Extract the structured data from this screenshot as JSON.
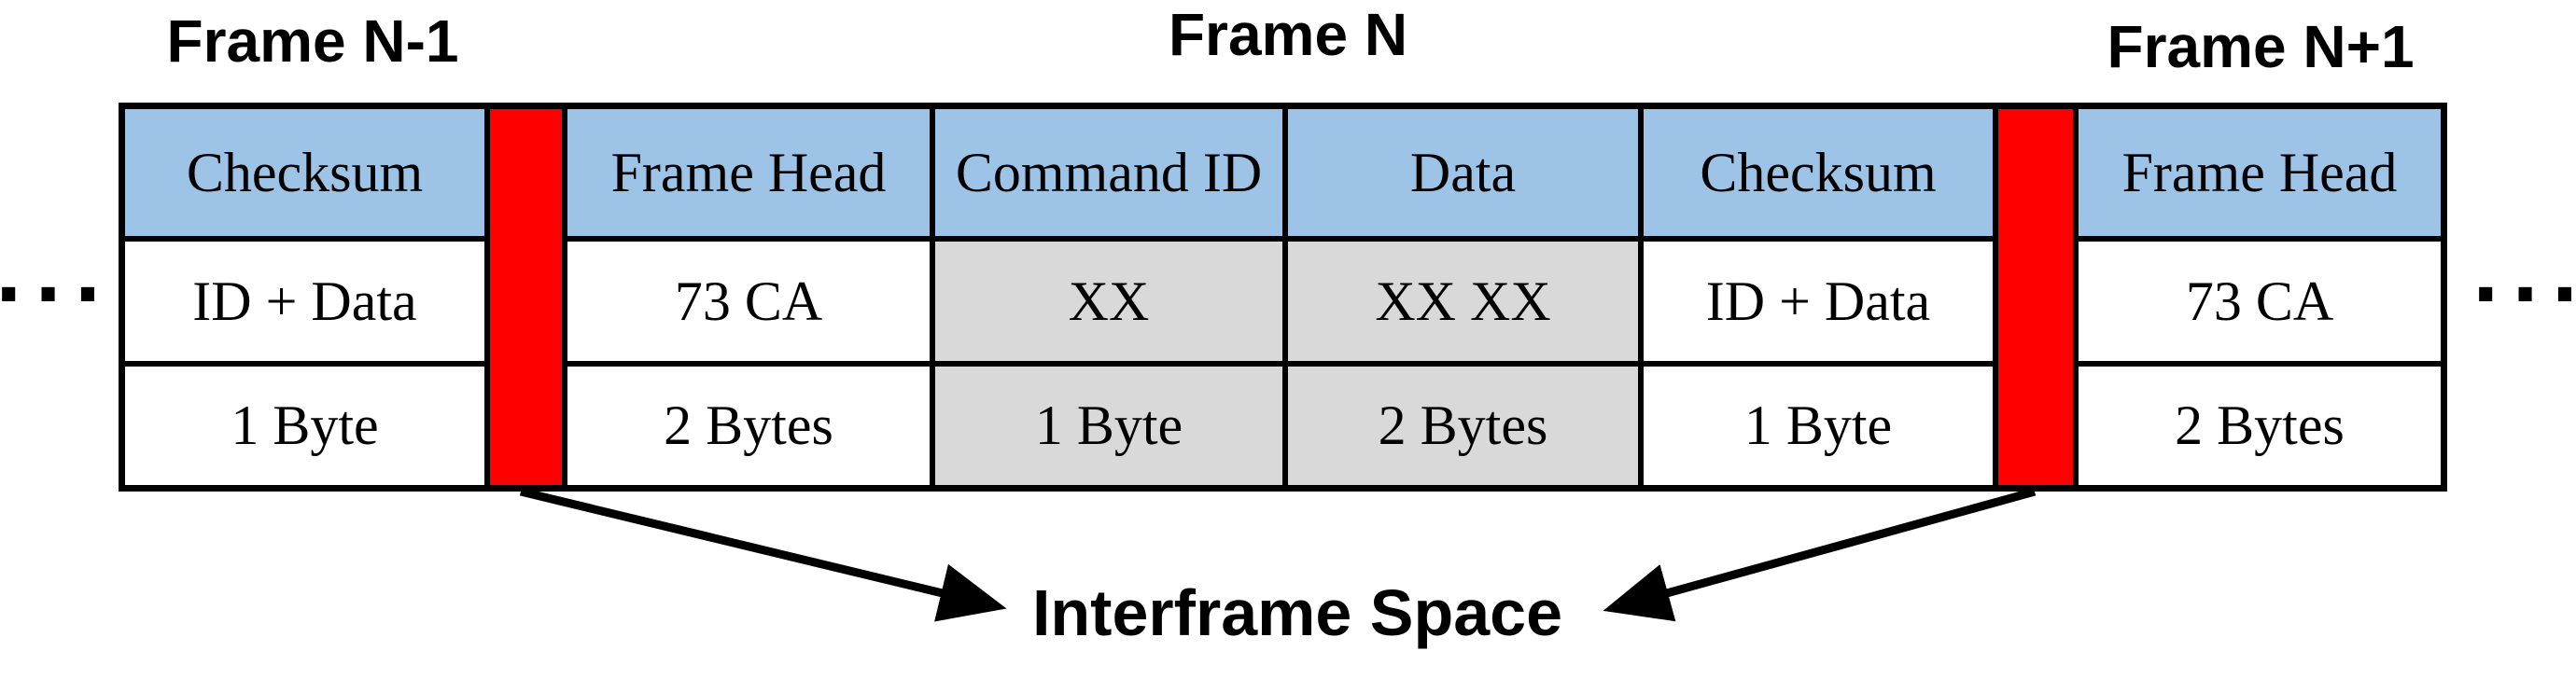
{
  "figure": {
    "type": "protocol-frame-structure-diagram",
    "frame_labels": [
      {
        "label": "Frame N-1"
      },
      {
        "label": "Frame N"
      },
      {
        "label": "Frame N+1"
      }
    ],
    "ellipsis_left": "...",
    "ellipsis_right": "...",
    "interframe_label": "Interframe Space",
    "fields": [
      {
        "header": "Checksum",
        "value": "ID + Data",
        "size": "1 Byte",
        "highlight": false,
        "frame": "Frame N-1"
      },
      {
        "header": "Frame Head",
        "value": "73 CA",
        "size": "2 Bytes",
        "highlight": false,
        "frame": "Frame N"
      },
      {
        "header": "Command ID",
        "value": "XX",
        "size": "1 Byte",
        "highlight": true,
        "frame": "Frame N"
      },
      {
        "header": "Data",
        "value": "XX XX",
        "size": "2 Bytes",
        "highlight": true,
        "frame": "Frame N"
      },
      {
        "header": "Checksum",
        "value": "ID + Data",
        "size": "1 Byte",
        "highlight": false,
        "frame": "Frame N"
      },
      {
        "header": "Frame Head",
        "value": "73 CA",
        "size": "2 Bytes",
        "highlight": false,
        "frame": "Frame N+1"
      }
    ],
    "colors": {
      "header_fill": "#9DC3E6",
      "highlight_fill": "#D9D9D9",
      "interframe_fill": "#FF0000",
      "line": "#000000"
    }
  }
}
